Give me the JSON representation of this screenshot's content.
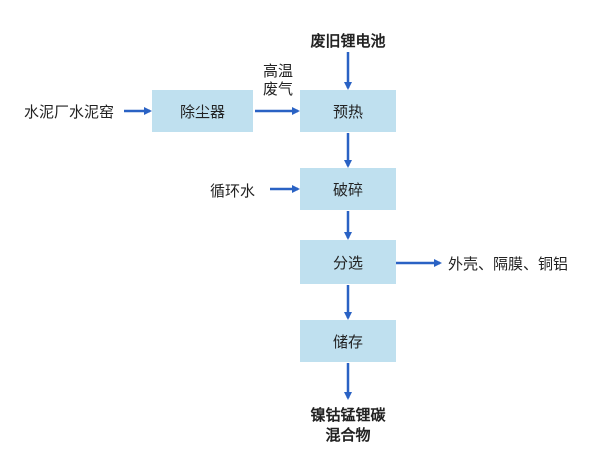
{
  "diagram": {
    "top_input": "废旧锂电池",
    "left_input": "水泥厂水泥窑",
    "gas_label_line1": "高温",
    "gas_label_line2": "废气",
    "water_input": "循环水",
    "side_output": "外壳、隔膜、铜铝",
    "final_output_line1": "镍钴锰锂碳",
    "final_output_line2": "混合物",
    "boxes": {
      "dust_collector": "除尘器",
      "preheat": "预热",
      "crush": "破碎",
      "sort": "分选",
      "storage": "储存"
    },
    "colors": {
      "box_fill": "#bfe0ef",
      "arrow": "#2a62c4"
    }
  }
}
